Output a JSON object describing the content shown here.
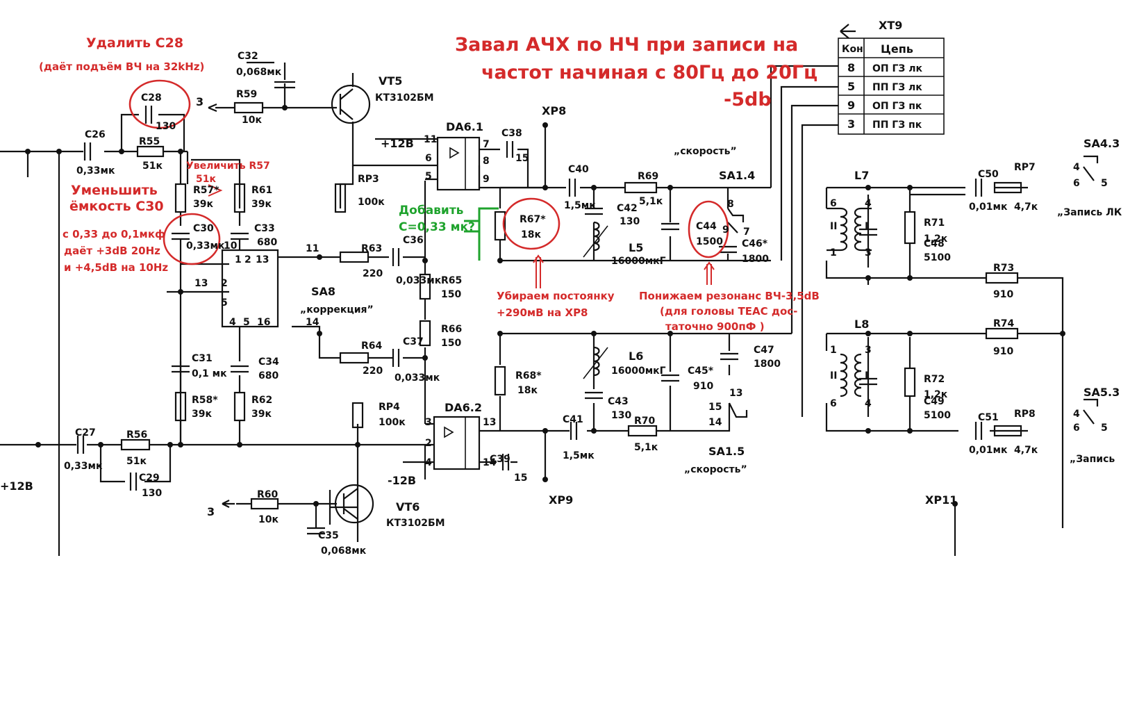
{
  "annotations": {
    "title1": "Завал АЧХ  по НЧ при записи на",
    "title2": "частот начиная с 80Гц до 20Гц",
    "title3": "-5db",
    "del_c28": "Удалить С28",
    "del_c28_note": "(даёт подъём ВЧ на 32kHz)",
    "inc_r57": "Увеличить R57",
    "inc_r57_val": "51к",
    "dec_c30_1": "Уменьшить",
    "dec_c30_2": "ёмкость С30",
    "c30_note1": "с 0,33 до 0,1мкф",
    "c30_note2": "даёт +3dB 20Hz",
    "c30_note3": "и +4,5dB на 10Hz",
    "add_c_1": "Добавить",
    "add_c_2": "С=0,33 мк?",
    "dc_1": "Убираем постоянку",
    "dc_2": "+290мВ на XP8",
    "res_1": "Понижаем  резонанс ВЧ-3,5dB",
    "res_2": "(для головы TEAC дос-",
    "res_3": "таточно 900пФ )"
  },
  "table": {
    "connector": "XT9",
    "headers": [
      "Кон",
      "Цепь"
    ],
    "rows": [
      {
        "pin": "8",
        "circuit": "ОП ГЗ лк"
      },
      {
        "pin": "5",
        "circuit": "ПП ГЗ лк"
      },
      {
        "pin": "9",
        "circuit": "ОП ГЗ пк"
      },
      {
        "pin": "3",
        "circuit": "ПП ГЗ пк"
      }
    ]
  },
  "components": {
    "C26": {
      "ref": "С26",
      "val": "0,33мк"
    },
    "C27": {
      "ref": "С27",
      "val": "0,33мк"
    },
    "C28": {
      "ref": "С28",
      "val": "130"
    },
    "C29": {
      "ref": "С29",
      "val": "130"
    },
    "C30": {
      "ref": "С30",
      "val": "0,33мк"
    },
    "C31": {
      "ref": "С31",
      "val": "0,1 мк"
    },
    "C32": {
      "ref": "С32",
      "val": "0,068мк"
    },
    "C33": {
      "ref": "С33",
      "val": "680"
    },
    "C34": {
      "ref": "С34",
      "val": "680"
    },
    "C35": {
      "ref": "С35",
      "val": "0,068мк"
    },
    "C36": {
      "ref": "С36",
      "val": "0,033мк"
    },
    "C37": {
      "ref": "С37",
      "val": "0,033мк"
    },
    "C38": {
      "ref": "С38",
      "val": "15"
    },
    "C39": {
      "ref": "С39",
      "val": "15"
    },
    "C40": {
      "ref": "С40",
      "val": "1,5мк"
    },
    "C41": {
      "ref": "С41",
      "val": "1,5мк"
    },
    "C42": {
      "ref": "С42",
      "val": "130"
    },
    "C43": {
      "ref": "С43",
      "val": "130"
    },
    "C44": {
      "ref": "С44",
      "val": "1500"
    },
    "C45": {
      "ref": "С45*",
      "val": "910"
    },
    "C46": {
      "ref": "С46*",
      "val": "1800"
    },
    "C47": {
      "ref": "С47",
      "val": "1800"
    },
    "C48": {
      "ref": "С48",
      "val": "5100"
    },
    "C49": {
      "ref": "С49",
      "val": "5100"
    },
    "C50": {
      "ref": "С50",
      "val": "0,01мк"
    },
    "C51": {
      "ref": "С51",
      "val": "0,01мк"
    },
    "R55": {
      "ref": "R55",
      "val": "51к"
    },
    "R56": {
      "ref": "R56",
      "val": "51к"
    },
    "R57": {
      "ref": "R57*",
      "val": "39к"
    },
    "R58": {
      "ref": "R58*",
      "val": "39к"
    },
    "R59": {
      "ref": "R59",
      "val": "10к"
    },
    "R60": {
      "ref": "R60",
      "val": "10к"
    },
    "R61": {
      "ref": "R61",
      "val": "39к"
    },
    "R62": {
      "ref": "R62",
      "val": "39к"
    },
    "R63": {
      "ref": "R63",
      "val": "220"
    },
    "R64": {
      "ref": "R64",
      "val": "220"
    },
    "R65": {
      "ref": "R65",
      "val": "150"
    },
    "R66": {
      "ref": "R66",
      "val": "150"
    },
    "R67": {
      "ref": "R67*",
      "val": "18к"
    },
    "R68": {
      "ref": "R68*",
      "val": "18к"
    },
    "R69": {
      "ref": "R69",
      "val": "5,1к"
    },
    "R70": {
      "ref": "R70",
      "val": "5,1к"
    },
    "R71": {
      "ref": "R71",
      "val": "1,2к"
    },
    "R72": {
      "ref": "R72",
      "val": "1,2к"
    },
    "R73": {
      "ref": "R73",
      "val": "910"
    },
    "R74": {
      "ref": "R74",
      "val": "910"
    },
    "RP3": {
      "ref": "RP3",
      "val": "100к"
    },
    "RP4": {
      "ref": "RP4",
      "val": "100к"
    },
    "RP7": {
      "ref": "RP7",
      "val": "4,7к"
    },
    "RP8": {
      "ref": "RP8",
      "val": "4,7к"
    },
    "L5": {
      "ref": "L5",
      "val": "16000мкГ"
    },
    "L6": {
      "ref": "L6",
      "val": "16000мкГ"
    },
    "VT5": {
      "ref": "VT5",
      "val": "КТ3102БМ"
    },
    "VT6": {
      "ref": "VT6",
      "val": "КТ3102БМ"
    },
    "DA61": "DA6.1",
    "DA62": "DA6.2",
    "L7": "L7",
    "L8": "L8"
  },
  "labels": {
    "xp8": "XP8",
    "xp9": "XP9",
    "xp11": "XP11",
    "sa8": "SA8",
    "korr": "„коррекция”",
    "sa14": "SA1.4",
    "sa15": "SA1.5",
    "speed": "„скорость”",
    "sa43": "SA4.3",
    "sa53": "SA5.3",
    "rec_lk": "„Запись ЛК",
    "rec": "„Запись",
    "plus12": "+12В",
    "minus12": "-12В",
    "plus12_left": "+12В",
    "out3": "3"
  }
}
